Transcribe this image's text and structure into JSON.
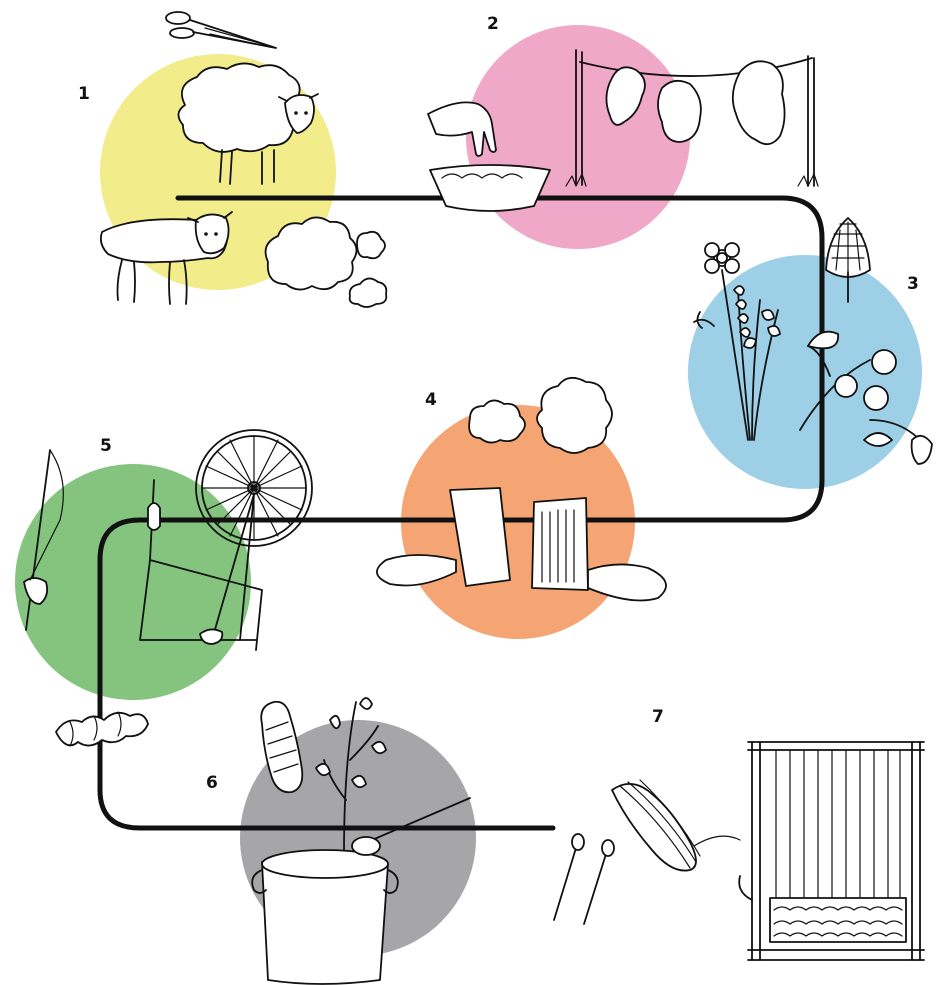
{
  "steps": [
    {
      "number": "1",
      "color": "#f2ec8a",
      "illustration": "sheep"
    },
    {
      "number": "2",
      "color": "#f0a8c8",
      "illustration": "washing-and-drying-wool"
    },
    {
      "number": "3",
      "color": "#9dd0e6",
      "illustration": "dye-plants"
    },
    {
      "number": "4",
      "color": "#f5a473",
      "illustration": "hand-carders"
    },
    {
      "number": "5",
      "color": "#84c47e",
      "illustration": "spinning-wheel-and-spindle"
    },
    {
      "number": "6",
      "color": "#a6a6a8",
      "illustration": "dye-pot"
    },
    {
      "number": "7",
      "color": "#ffffff",
      "illustration": "weaving-loom"
    }
  ],
  "track_color": "#111111"
}
